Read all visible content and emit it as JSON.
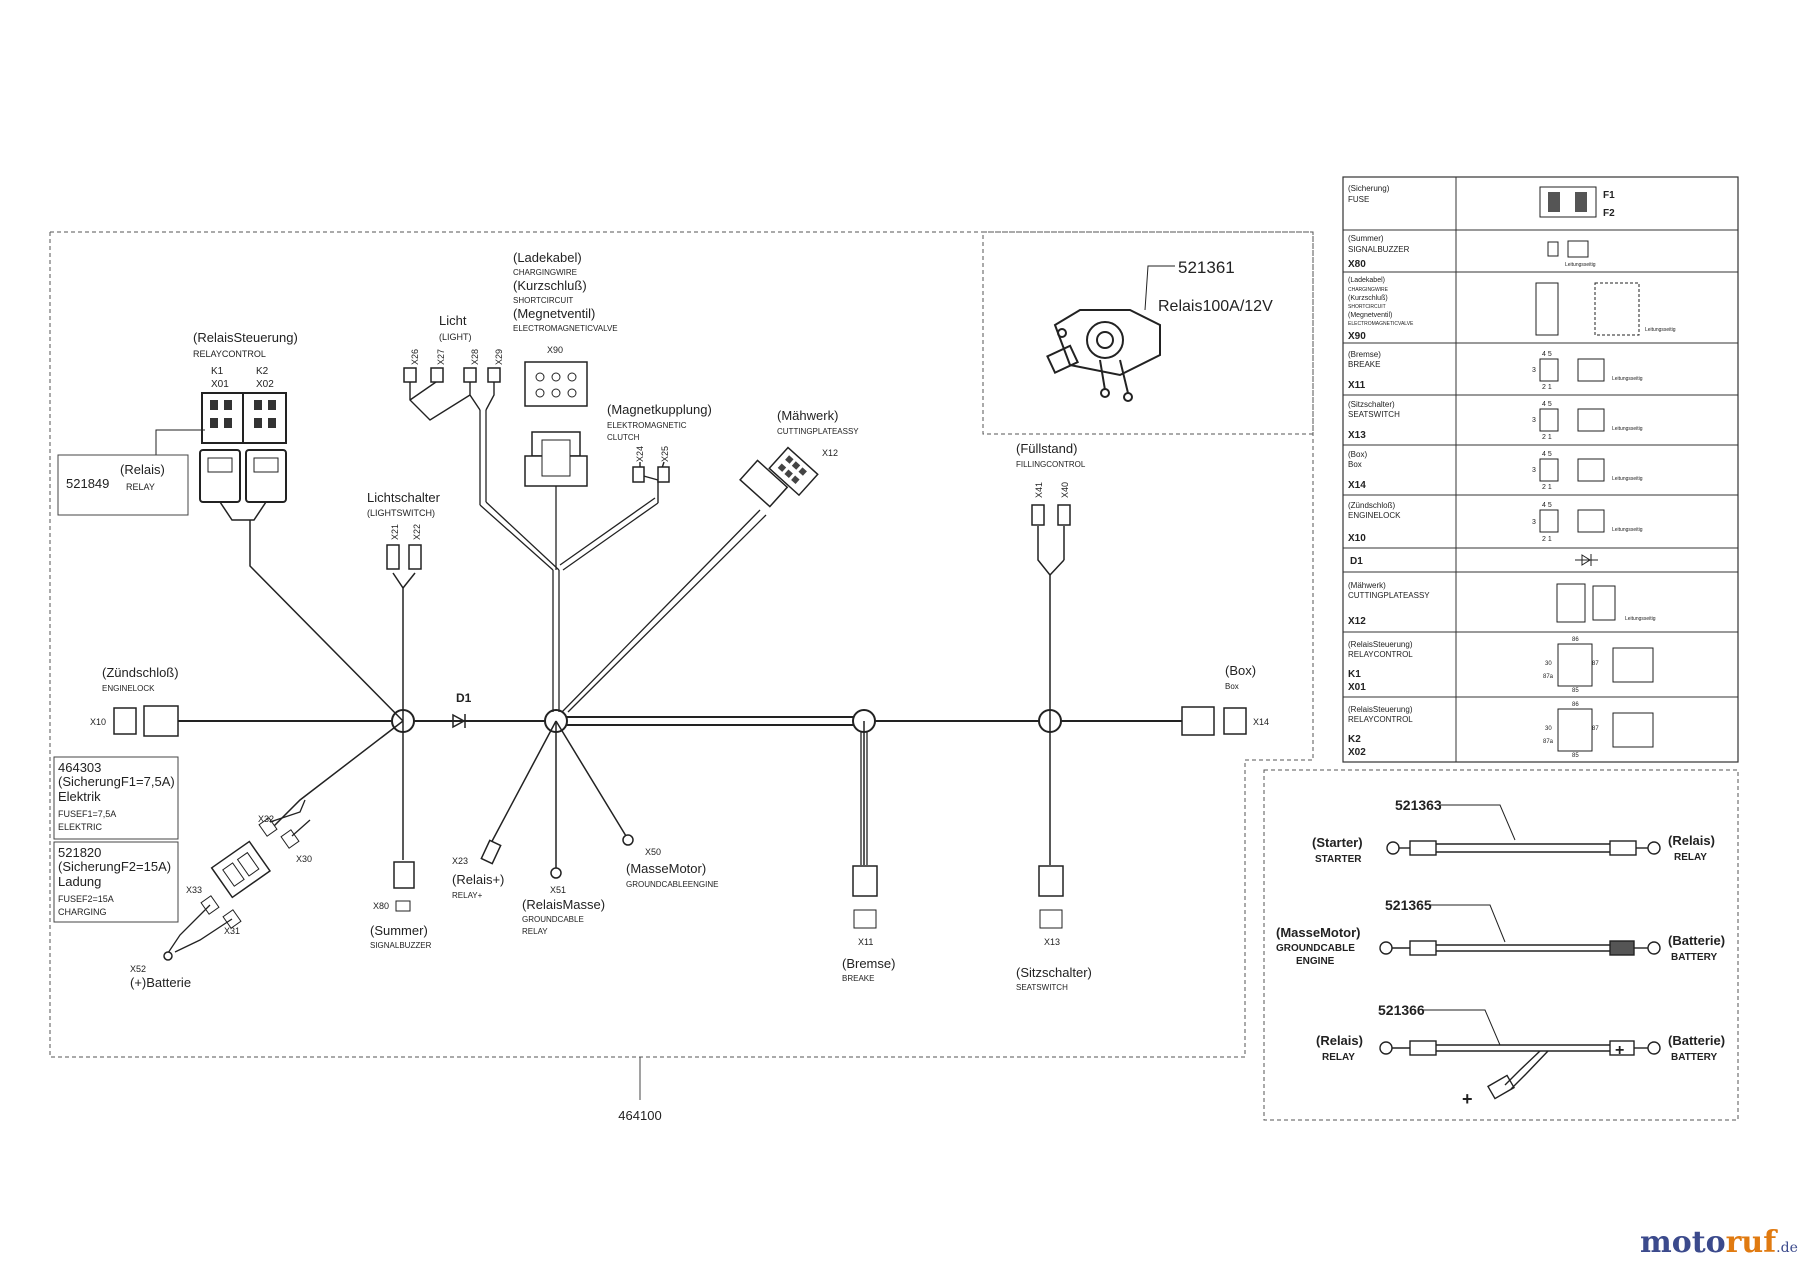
{
  "harness": {
    "part_number": "464100",
    "diode_label": "D1",
    "relay_control": {
      "de": "(RelaisSteuerung)",
      "en": "RELAYCONTROL",
      "k1": "K1",
      "x01": "X01",
      "k2": "K2",
      "x02": "X02"
    },
    "relay": {
      "part": "521849",
      "de": "(Relais)",
      "en": "RELAY"
    },
    "light": {
      "de": "Licht",
      "en": "(LIGHT)",
      "connectors": [
        "X26",
        "X27",
        "X28",
        "X29"
      ]
    },
    "charging": {
      "de1": "(Ladekabel)",
      "en1": "CHARGINGWIRE",
      "de2": "(Kurzschluß)",
      "en2": "SHORTCIRCUIT",
      "de3": "(Megnetventil)",
      "en3": "ELECTROMAGNETICVALVE",
      "connector": "X90"
    },
    "clutch": {
      "de": "(Magnetkupplung)",
      "en1": "ELEKTROMAGNETIC",
      "en2": "CLUTCH",
      "connectors": [
        "X24",
        "X25"
      ]
    },
    "mower": {
      "de": "(Mähwerk)",
      "en": "CUTTINGPLATEASSY",
      "connector": "X12"
    },
    "light_switch": {
      "de": "Lichtschalter",
      "en": "(LIGHTSWITCH)",
      "connectors": [
        "X21",
        "X22"
      ]
    },
    "ignition": {
      "de": "(Zündschloß)",
      "en": "ENGINELOCK",
      "connector": "X10"
    },
    "fuse1": {
      "part": "464303",
      "de1": "(SicherungF1=7,5A)",
      "de2": "Elektrik",
      "en1": "FUSEF1=7,5A",
      "en2": "ELEKTRIC"
    },
    "fuse2": {
      "part": "521820",
      "de1": "(SicherungF2=15A)",
      "de2": "Ladung",
      "en1": "FUSEF2=15A",
      "en2": "CHARGING"
    },
    "fuse_connectors": [
      "X32",
      "X30",
      "X33",
      "X31"
    ],
    "battery": {
      "connector": "X52",
      "de": "(+)Batterie"
    },
    "buzzer": {
      "connector": "X80",
      "de": "(Summer)",
      "en": "SIGNALBUZZER"
    },
    "relay_plus": {
      "connector": "X23",
      "de": "(Relais+)",
      "en": "RELAY+"
    },
    "relay_ground": {
      "connector": "X51",
      "de": "(RelaisMasse)",
      "en1": "GROUNDCABLE",
      "en2": "RELAY"
    },
    "motor_ground": {
      "connector": "X50",
      "de": "(MasseMotor)",
      "en": "GROUNDCABLEENGINE"
    },
    "brake": {
      "connector": "X11",
      "de": "(Bremse)",
      "en": "BREAKE"
    },
    "seat": {
      "connector": "X13",
      "de": "(Sitzschalter)",
      "en": "SEATSWITCH"
    },
    "filling": {
      "de": "(Füllstand)",
      "en": "FILLINGCONTROL",
      "connectors": [
        "X41",
        "X40"
      ]
    },
    "box": {
      "de": "(Box)",
      "en": "Box",
      "connector": "X14"
    }
  },
  "relay_detail": {
    "part": "521361",
    "label": "Relais100A/12V"
  },
  "cables": [
    {
      "part": "521363",
      "left_de": "(Starter)",
      "left_en": "STARTER",
      "right_de": "(Relais)",
      "right_en": "RELAY"
    },
    {
      "part": "521365",
      "left_de": "(MasseMotor)",
      "left_en1": "GROUNDCABLE",
      "left_en2": "ENGINE",
      "right_de": "(Batterie)",
      "right_en": "BATTERY"
    },
    {
      "part": "521366",
      "left_de": "(Relais)",
      "left_en": "RELAY",
      "right_de": "(Batterie)",
      "right_en": "BATTERY"
    }
  ],
  "legend": {
    "rows": [
      {
        "de": "(Sicherung)",
        "en": "FUSE",
        "code": "",
        "right": "F1",
        "right2": "F2"
      },
      {
        "de": "(Summer)",
        "en": "SIGNALBUZZER",
        "code": "X80"
      },
      {
        "de": "(Ladekabel)",
        "en": "CHARGINGWIRE",
        "de2": "(Kurzschluß)",
        "en2": "SHORTCIRCUIT",
        "de3": "(Megnetventil)",
        "en3": "ELECTROMAGNETICVALVE",
        "code": "X90"
      },
      {
        "de": "(Bremse)",
        "en": "BREAKE",
        "code": "X11"
      },
      {
        "de": "(Sitzschalter)",
        "en": "SEATSWITCH",
        "code": "X13"
      },
      {
        "de": "(Box)",
        "en": "Box",
        "code": "X14"
      },
      {
        "de": "(Zündschloß)",
        "en": "ENGINELOCK",
        "code": "X10"
      },
      {
        "de": "",
        "en": "",
        "code": "D1"
      },
      {
        "de": "(Mähwerk)",
        "en": "CUTTINGPLATEASSY",
        "code": "X12"
      },
      {
        "de": "(RelaisSteuerung)",
        "en": "RELAYCONTROL",
        "code": "K1",
        "code2": "X01"
      },
      {
        "de": "(RelaisSteuerung)",
        "en": "RELAYCONTROL",
        "code": "K2",
        "code2": "X02"
      }
    ],
    "pin_labels": {
      "p45": "4 5",
      "p21": "2 1",
      "p3": "3",
      "p86": "86",
      "p85": "85",
      "p30": "30",
      "p87": "87",
      "p87a": "87a"
    },
    "note": "Leitungsseitig"
  },
  "watermark": {
    "main": "moto",
    "accent": "ruf",
    "domain": ".de"
  }
}
